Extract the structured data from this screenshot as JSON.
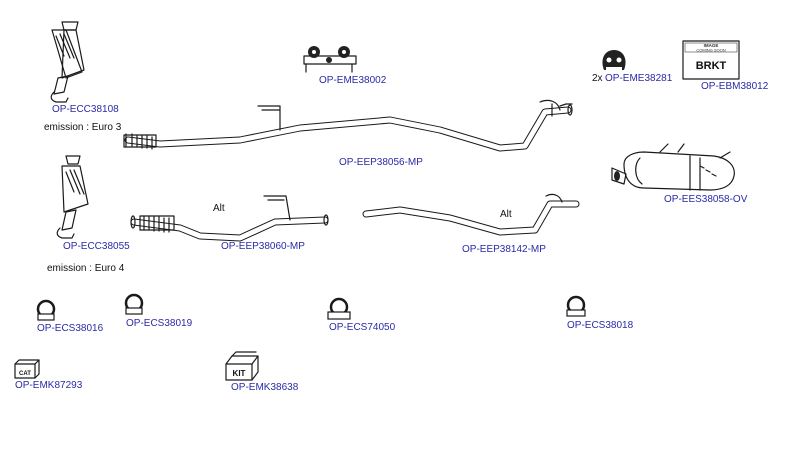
{
  "parts": {
    "ecc38108": "OP-ECC38108",
    "eme38002": "OP-EME38002",
    "eme38281_qty": "2x",
    "eme38281": "OP-EME38281",
    "ebm38012": "OP-EBM38012",
    "eep38056": "OP-EEP38056-MP",
    "ees38058": "OP-EES38058-OV",
    "ecc38055": "OP-ECC38055",
    "eep38060": "OP-EEP38060-MP",
    "eep38142": "OP-EEP38142-MP",
    "ecs38016": "OP-ECS38016",
    "ecs38019": "OP-ECS38019",
    "ecs74050": "OP-ECS74050",
    "ecs38018": "OP-ECS38018",
    "emk87293": "OP-EMK87293",
    "emk38638": "OP-EMK38638"
  },
  "notes": {
    "emission_euro3": "emission : Euro 3",
    "emission_euro4": "emission : Euro 4",
    "alt_1": "Alt",
    "alt_2": "Alt"
  },
  "icons": {
    "bracket_badge_line1": "IMAGE",
    "bracket_badge_line2": "COMING SOON",
    "bracket_text": "BRKT",
    "kit_text": "KIT",
    "cat_text": "CAT"
  },
  "colors": {
    "part_label": "#2a2aa8",
    "line_art": "#1a1a1a"
  }
}
